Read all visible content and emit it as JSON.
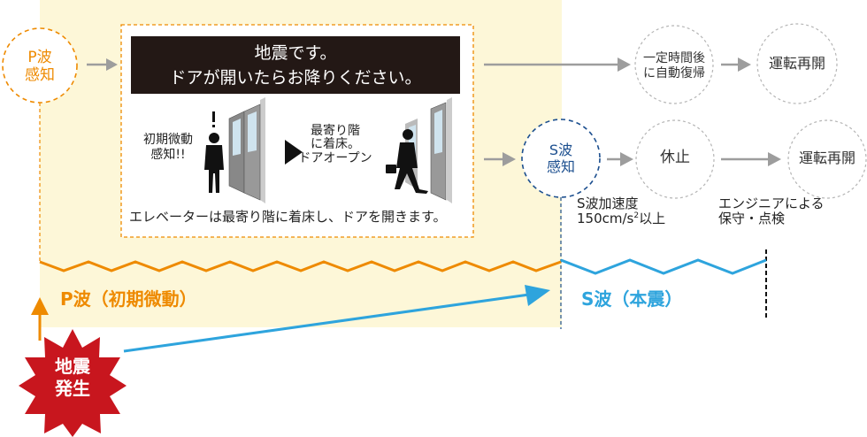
{
  "p_wave_detect": {
    "line1": "P波",
    "line2": "感知"
  },
  "announcement": {
    "line1": "地震です。",
    "line2": "ドアが開いたらお降りください。"
  },
  "scene": {
    "initial_detect": {
      "line1": "初期微動",
      "line2": "感知!!"
    },
    "exclaim": "!",
    "landing": {
      "line1": "最寄り階",
      "line2": "に着床。",
      "line3": "ドアオープン"
    },
    "caption": "エレベーターは最寄り階に着床し、ドアを開きます。"
  },
  "row1": {
    "auto_recover": {
      "line1": "一定時間後",
      "line2": "に自動復帰"
    },
    "resume": "運転再開"
  },
  "row2": {
    "s_wave_detect": {
      "line1": "S波",
      "line2": "感知"
    },
    "halt": "休止",
    "resume": "運転再開",
    "s_note": {
      "line1": "S波加速度",
      "line2_prefix": "150cm/s",
      "sup": "2",
      "line2_suffix": "以上"
    },
    "engineer_note": {
      "line1": "エンジニアによる",
      "line2": "保守・点検"
    }
  },
  "p_wave_label": "P波（初期微動）",
  "s_wave_label": "S波（本震）",
  "quake": {
    "line1": "地震",
    "line2": "発生"
  },
  "colors": {
    "orange": "#ee8a00",
    "blue": "#2ea4dd",
    "navy": "#1c4f8f",
    "red": "#c8161e",
    "yellow": "#fdf7d8",
    "gray": "#9d9d9d"
  }
}
